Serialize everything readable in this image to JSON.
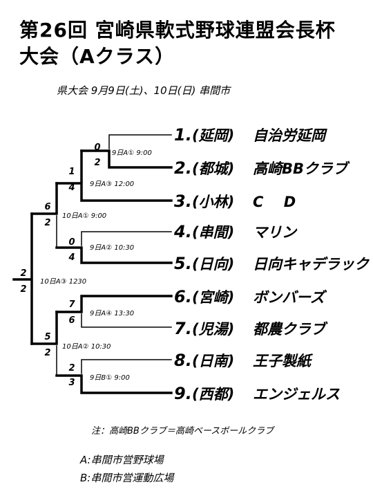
{
  "title_line1": "第26回 宮崎県軟式野球連盟会長杯",
  "title_line2": "大会（Aクラス）",
  "subtitle": "県大会 9月9日(土)、10日(日) 串間市",
  "teams": [
    {
      "no": "1.",
      "area": "(延岡)",
      "name": "自治労延岡"
    },
    {
      "no": "2.",
      "area": "(都城)",
      "name": "高崎BBクラブ"
    },
    {
      "no": "3.",
      "area": "(小林)",
      "name": "C D"
    },
    {
      "no": "4.",
      "area": "(串間)",
      "name": "マリン"
    },
    {
      "no": "5.",
      "area": "(日向)",
      "name": "日向キャデラック"
    },
    {
      "no": "6.",
      "area": "(宮崎)",
      "name": "ボンバーズ"
    },
    {
      "no": "7.",
      "area": "(児湯)",
      "name": "都農クラブ"
    },
    {
      "no": "8.",
      "area": "(日南)",
      "name": "王子製紙"
    },
    {
      "no": "9.",
      "area": "(西都)",
      "name": "エンジェルス"
    }
  ],
  "games": {
    "g1": {
      "label": "9日A① 9:00",
      "score_top": "0",
      "score_bottom": "2"
    },
    "g2": {
      "label": "9日A③ 12:00",
      "score_top": "1",
      "score_bottom": "4"
    },
    "g3": {
      "label": "9日A② 10:30",
      "score_top": "0",
      "score_bottom": "4"
    },
    "g4": {
      "label": "10日A① 9:00",
      "score_top": "6",
      "score_bottom": "2"
    },
    "g5": {
      "label": "9日A④ 13:30",
      "score_top": "7",
      "score_bottom": "6"
    },
    "g6": {
      "label": "9日B① 9:00",
      "score_top": "2",
      "score_bottom": "3"
    },
    "g7": {
      "label": "10日A② 10:30",
      "score_top": "5",
      "score_bottom": "2"
    },
    "final": {
      "label": "10日A③ 1230",
      "score_top": "2",
      "score_bottom": "2"
    }
  },
  "note": "注：高崎BBクラブ＝高崎ベースボールクラブ",
  "venues": [
    "A:串間市営野球場",
    "B:串間市営運動広場"
  ],
  "colors": {
    "line": "#000000",
    "background": "#ffffff"
  }
}
